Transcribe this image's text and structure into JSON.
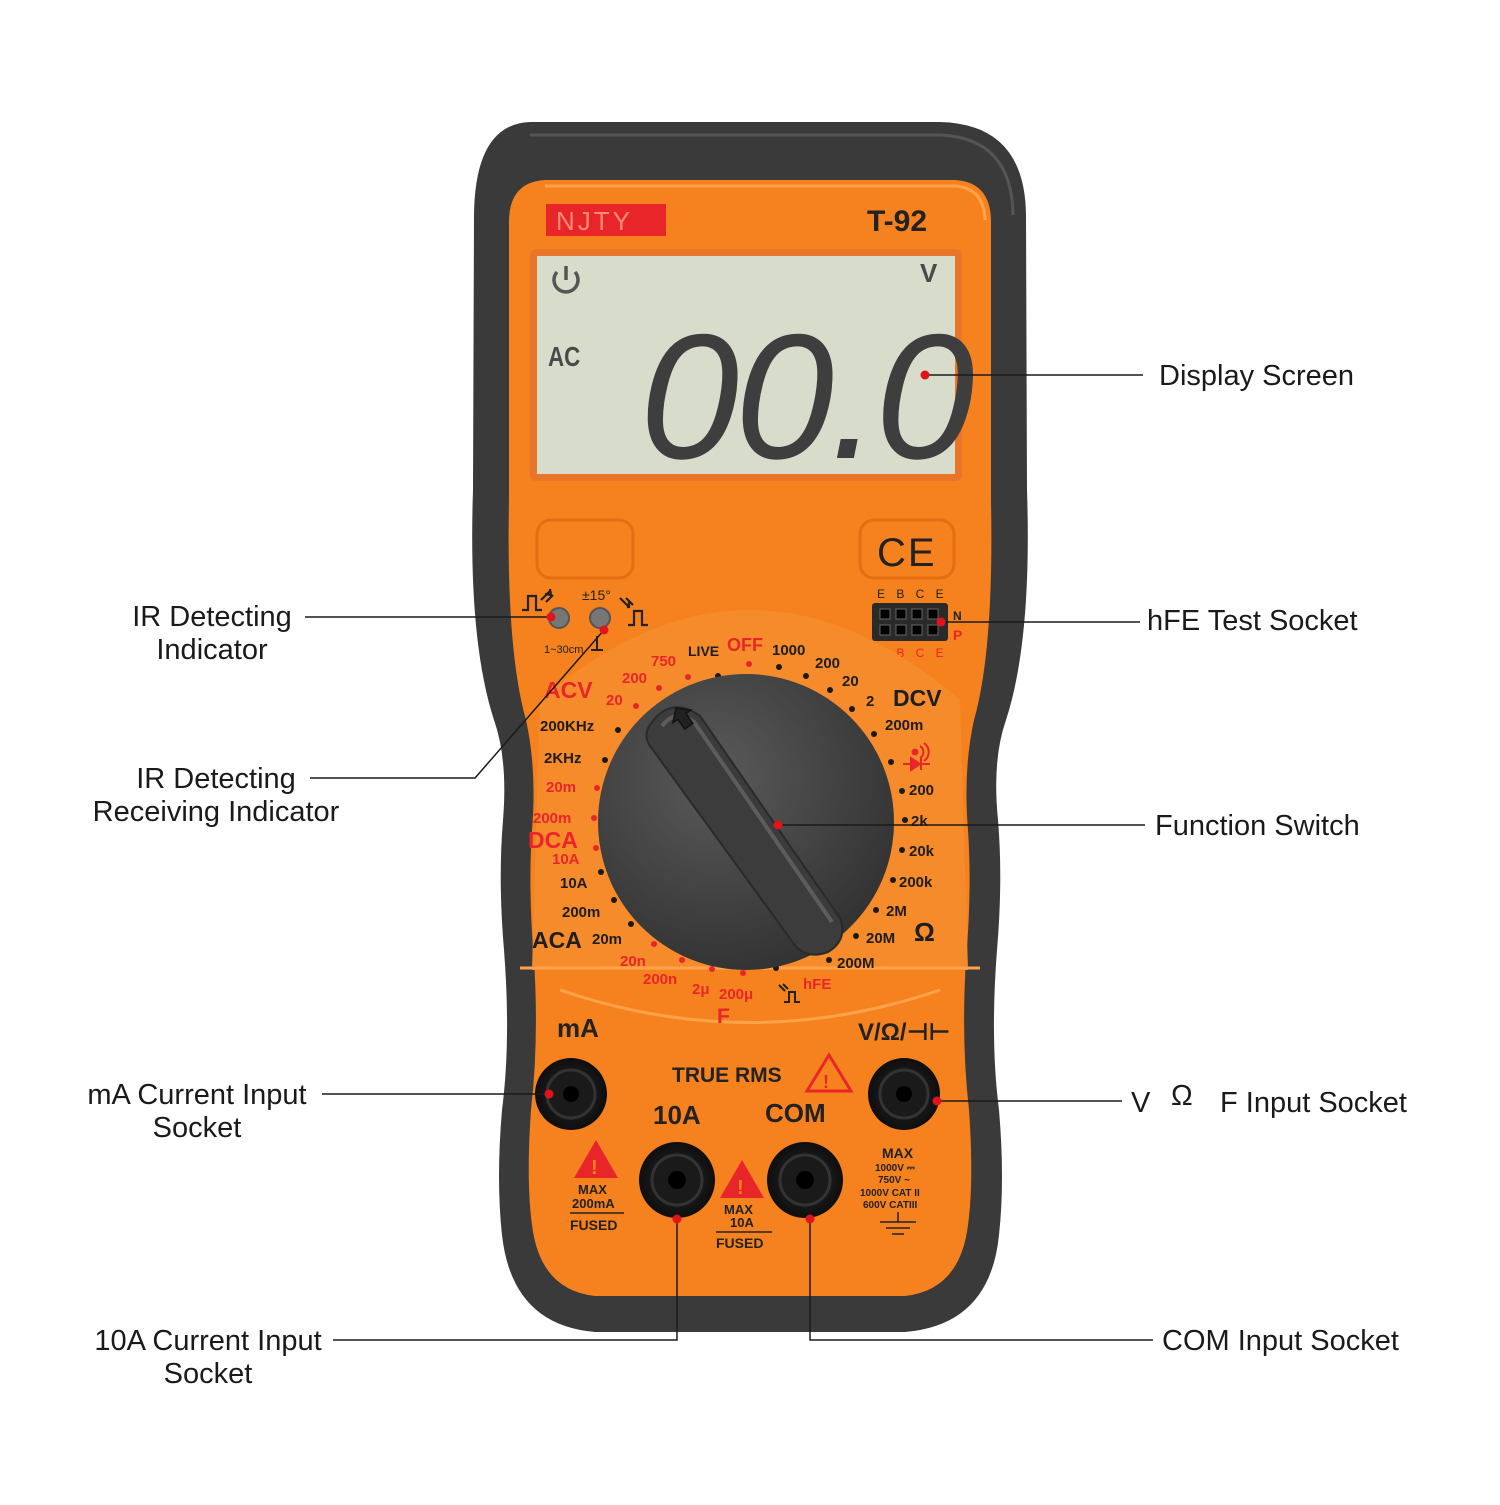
{
  "device": {
    "brand": "NJTY",
    "model": "T-92",
    "display": {
      "reading": "00.0",
      "mode": "AC",
      "unit": "V",
      "auto_off_icon": "power-timer-icon"
    },
    "ce_mark": "CE",
    "ir": {
      "angle": "±15°",
      "distance": "1~30cm"
    },
    "hfe_socket": {
      "top_labels": "E B C E",
      "bottom_labels": "E B C E",
      "side_top": "N",
      "side_bottom": "P"
    },
    "dial": {
      "live": "LIVE",
      "off": "OFF",
      "acv_group": "ACV",
      "acv_750": "750",
      "acv_200": "200",
      "acv_20": "20",
      "dcv_group": "DCV",
      "dcv_1000": "1000",
      "dcv_200": "200",
      "dcv_20": "20",
      "dcv_2": "2",
      "dcv_200m": "200m",
      "freq_200k": "200KHz",
      "freq_2k": "2KHz",
      "dca_20m": "20m",
      "dca_200m": "200m",
      "dca_group": "DCA",
      "dca_10a": "10A",
      "aca_10a": "10A",
      "aca_200m": "200m",
      "aca_group": "ACA",
      "aca_20m": "20m",
      "cap_20n": "20n",
      "cap_200n": "200n",
      "cap_2u": "2μ",
      "cap_200u": "200μ",
      "cap_group": "F",
      "hfe": "hFE",
      "ohm_200": "200",
      "ohm_2k": "2k",
      "ohm_20k": "20k",
      "ohm_200k": "200k",
      "ohm_2m": "2M",
      "ohm_20m": "20M",
      "ohm_200m": "200M",
      "ohm_group": "Ω"
    },
    "jacks": {
      "ma_label": "mA",
      "vohm_label": "V/Ω/⊣⊢",
      "true_rms": "TRUE RMS",
      "a10_label": "10A",
      "com_label": "COM",
      "ma_warning": [
        "MAX",
        "200mA",
        "FUSED"
      ],
      "a10_warning": [
        "MAX",
        "10A",
        "FUSED"
      ],
      "v_warning": [
        "MAX",
        "1000V ⎓",
        "750V ~",
        "1000V CAT II",
        "600V CATIII"
      ]
    }
  },
  "callouts": {
    "display_screen": "Display Screen",
    "hfe_socket": "hFE  Test  Socket",
    "function_switch": "Function Switch",
    "v_input_v": "V",
    "v_input_omega": "Ω",
    "v_input_rest": "F Input Socket",
    "com_socket": "COM Input Socket",
    "ir_indicator_1": "IR Detecting",
    "ir_indicator_2": "Indicator",
    "ir_receiving_1": "IR Detecting",
    "ir_receiving_2": "Receiving Indicator",
    "ma_socket_1": "mA Current Input",
    "ma_socket_2": "Socket",
    "a10_socket_1": "10A Current Input",
    "a10_socket_2": "Socket"
  },
  "colors": {
    "body": "#f5821f",
    "holster": "#3a3a3a",
    "lcd": "#d8dccb",
    "accent_red": "#e8262a"
  }
}
